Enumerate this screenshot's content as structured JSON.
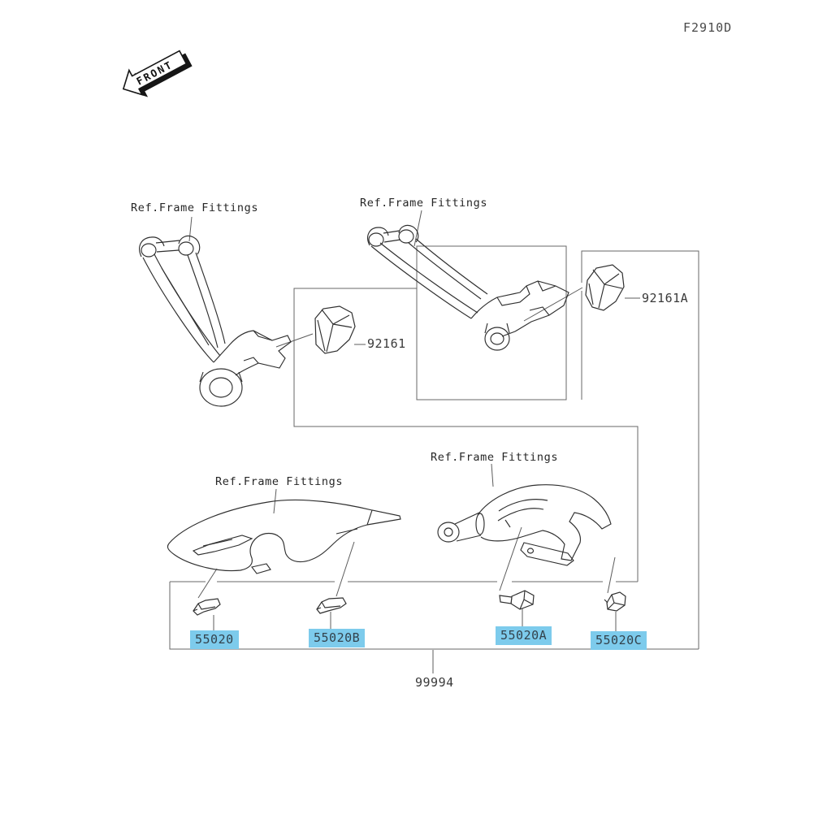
{
  "header": {
    "diagram_code": "F2910D"
  },
  "front_arrow": {
    "label": "FRONT"
  },
  "labels": {
    "ref_frame_fittings": "Ref.Frame Fittings"
  },
  "parts": {
    "damper_left": {
      "number": "92161",
      "highlighted": false
    },
    "damper_right": {
      "number": "92161A",
      "highlighted": false
    },
    "clamp_front_left": {
      "number": "55020",
      "highlighted": true
    },
    "clamp_front_right": {
      "number": "55020B",
      "highlighted": true
    },
    "clamp_rear_left": {
      "number": "55020A",
      "highlighted": true
    },
    "clamp_rear_right": {
      "number": "55020C",
      "highlighted": true
    },
    "fitting_kit": {
      "number": "99994",
      "highlighted": false
    }
  },
  "colors": {
    "highlight_bg": "#7dcbec",
    "box_line": "#676767",
    "drawing_line": "#2f2f2f",
    "text": "#2e2e2e"
  }
}
